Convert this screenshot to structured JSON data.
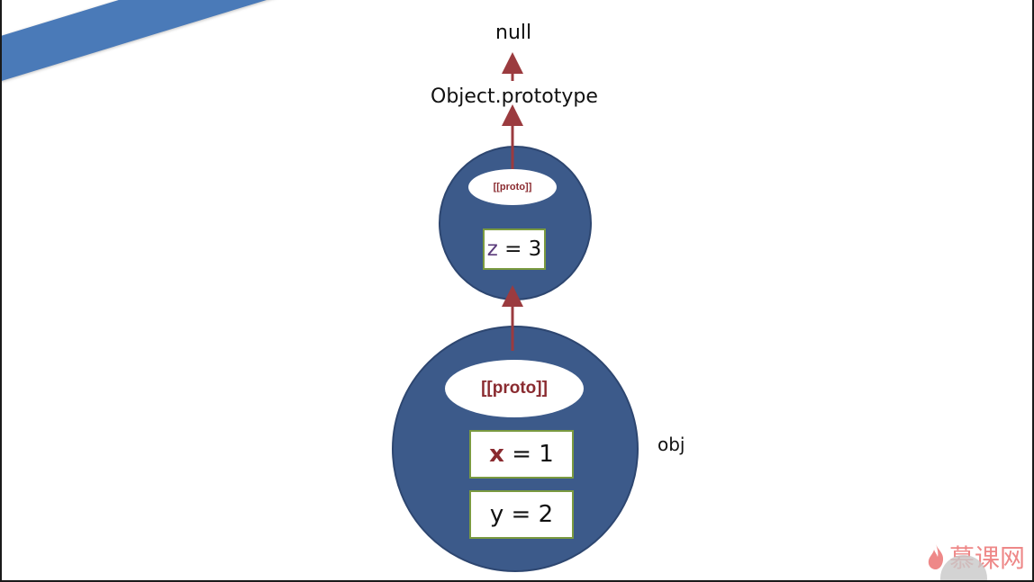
{
  "banner": {
    "title": "原型标签__proto__"
  },
  "nodes": {
    "null_label": "null",
    "object_prototype_label": "Object.prototype",
    "proto_object": {
      "proto_slot": "[[proto]]",
      "property": {
        "name": "z",
        "rest": " = 3"
      }
    },
    "obj": {
      "label": "obj",
      "proto_slot": "[[proto]]",
      "properties": [
        {
          "name": "x",
          "rest": " = 1"
        },
        {
          "name": "y",
          "rest": " = 2"
        }
      ]
    }
  },
  "colors": {
    "banner": "#4a7ab8",
    "circle_fill": "#3c5a8a",
    "arrow": "#9b3b3f",
    "proto_text": "#8a2b30",
    "box_border": "#7a9a40"
  },
  "watermark": {
    "text": "慕课网",
    "icon": "flame-icon"
  }
}
